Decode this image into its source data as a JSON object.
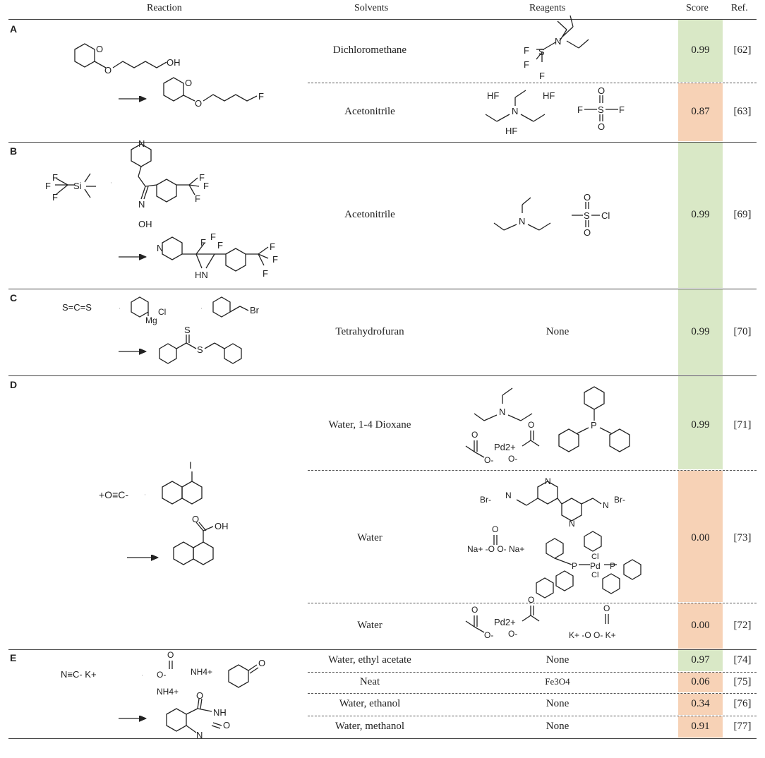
{
  "headers": {
    "reaction": "Reaction",
    "solvents": "Solvents",
    "reagents": "Reagents",
    "score": "Score",
    "ref": "Ref."
  },
  "colors": {
    "green": "#d9e8c6",
    "orange": "#f7d2b6"
  },
  "sections": [
    {
      "label": "A",
      "rows": [
        {
          "solvent": "Dichloromethane",
          "score": "0.99",
          "ref": "[62]",
          "color": "green"
        },
        {
          "solvent": "Acetonitrile",
          "score": "0.87",
          "ref": "[63]",
          "color": "orange"
        }
      ]
    },
    {
      "label": "B",
      "rows": [
        {
          "solvent": "Acetonitrile",
          "score": "0.99",
          "ref": "[69]",
          "color": "green"
        }
      ]
    },
    {
      "label": "C",
      "rows": [
        {
          "solvent": "Tetrahydrofuran",
          "reagent": "None",
          "score": "0.99",
          "ref": "[70]",
          "color": "green"
        }
      ]
    },
    {
      "label": "D",
      "rows": [
        {
          "solvent": "Water, 1-4 Dioxane",
          "score": "0.99",
          "ref": "[71]",
          "color": "green"
        },
        {
          "solvent": "Water",
          "score": "0.00",
          "ref": "[73]",
          "color": "orange"
        },
        {
          "solvent": "Water",
          "score": "0.00",
          "ref": "[72]",
          "color": "orange"
        }
      ]
    },
    {
      "label": "E",
      "rows": [
        {
          "solvent": "Water, ethyl acetate",
          "reagent": "None",
          "score": "0.97",
          "ref": "[74]",
          "color": "green"
        },
        {
          "solvent": "Neat",
          "reagent": "Fe3O4",
          "score": "0.06",
          "ref": "[75]",
          "color": "orange"
        },
        {
          "solvent": "Water, ethanol",
          "reagent": "None",
          "score": "0.34",
          "ref": "[76]",
          "color": "orange"
        },
        {
          "solvent": "Water, methanol",
          "reagent": "None",
          "score": "0.91",
          "ref": "[77]",
          "color": "orange"
        }
      ]
    }
  ],
  "chem_text": {
    "oh": "OH",
    "f": "F",
    "s": "S",
    "n": "N",
    "hf": "HF",
    "cl": "Cl",
    "si": "Si",
    "hn": "HN",
    "br": "Br",
    "mg": "Mg",
    "o": "O",
    "i": "I",
    "pd2": "Pd2+",
    "pd": "Pd",
    "cs2": "S=C=S",
    "co": "+O≡C-",
    "kcn": "N≡C- K+",
    "nh4": "NH4+",
    "na_carbonate": "Na+ -O  O- Na+",
    "k_carbonate": "K+ -O  O- K+",
    "br_minus": "Br-",
    "nh": "NH",
    "o_minus": "O-"
  }
}
